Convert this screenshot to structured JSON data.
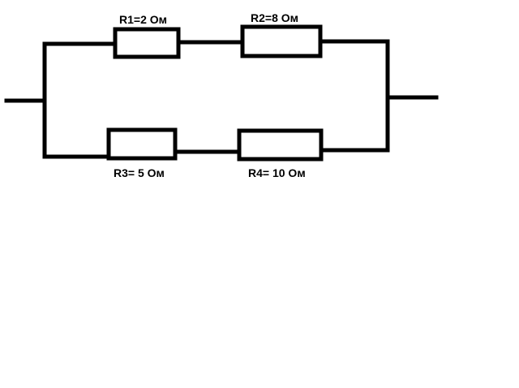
{
  "diagram": {
    "resistors": [
      {
        "id": "R1",
        "label": "R1=2 Ом",
        "value_ohm": 2,
        "branch": "top"
      },
      {
        "id": "R2",
        "label": "R2=8 Ом",
        "value_ohm": 8,
        "branch": "top"
      },
      {
        "id": "R3",
        "label": "R3= 5 Ом",
        "value_ohm": 5,
        "branch": "bottom"
      },
      {
        "id": "R4",
        "label": "R4= 10 Ом",
        "value_ohm": 10,
        "branch": "bottom"
      }
    ],
    "colors": {
      "line": "#000000",
      "background": "#ffffff"
    }
  }
}
